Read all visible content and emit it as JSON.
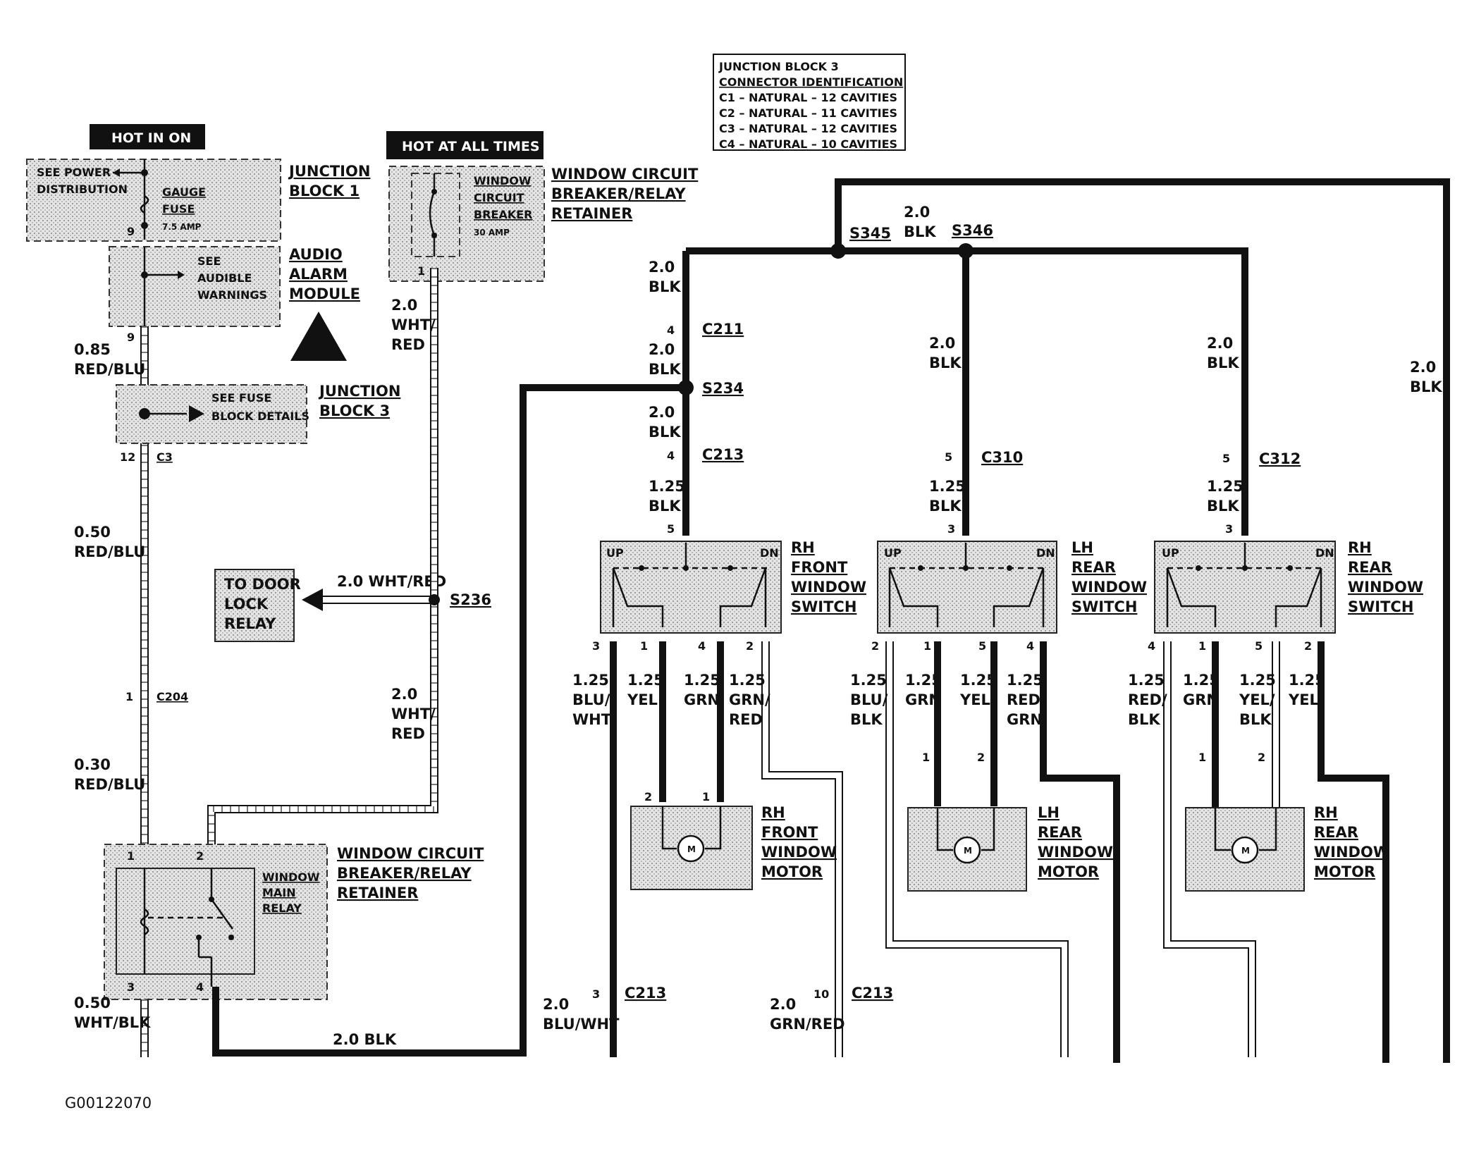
{
  "connector_id_box": {
    "title": "JUNCTION BLOCK 3",
    "subtitle": "CONNECTOR IDENTIFICATION",
    "rows": [
      "C1 – NATURAL – 12 CAVITIES",
      "C2 – NATURAL – 11 CAVITIES",
      "C3 – NATURAL – 12 CAVITIES",
      "C4 – NATURAL – 10 CAVITIES"
    ]
  },
  "headers": {
    "hot_in_on": "HOT IN ON",
    "hot_at_all_times": "HOT AT ALL TIMES"
  },
  "left": {
    "see_power": "SEE POWER",
    "distribution": "DISTRIBUTION",
    "gauge": "GAUGE",
    "fuse": "FUSE",
    "fuse_amp": "7.5 AMP",
    "pin9a": "9",
    "jb1_a": "JUNCTION",
    "jb1_b": "BLOCK 1",
    "see": "SEE",
    "audible": "AUDIBLE",
    "warnings": "WARNINGS",
    "audio": "AUDIO",
    "alarm": "ALARM",
    "module": "MODULE",
    "pin9b": "9",
    "w085": "0.85",
    "w085c": "RED/BLU",
    "see_fuse": "SEE FUSE",
    "block_details": "BLOCK DETAILS",
    "jb3_a": "JUNCTION",
    "jb3_b": "BLOCK 3",
    "pin12": "12",
    "c3": "C3",
    "w050": "0.50",
    "w050c": "RED/BLU",
    "to_door": "TO DOOR",
    "lock": "LOCK",
    "relay": "RELAY",
    "s236_wire": "2.0 WHT/RED",
    "s236": "S236",
    "pin1": "1",
    "c204": "C204",
    "w030": "0.30",
    "w030c": "RED/BLU",
    "relay_pin1": "1",
    "relay_pin2": "2",
    "relay_pin3": "3",
    "relay_pin4": "4",
    "relay_a": "WINDOW",
    "relay_b": "MAIN",
    "relay_c": "RELAY",
    "ret_a": "WINDOW CIRCUIT",
    "ret_b": "BREAKER/RELAY",
    "ret_c": "RETAINER",
    "w050b": "0.50",
    "w050bc": "WHT/BLK",
    "blk_bottom": "2.0 BLK"
  },
  "breaker": {
    "a": "WINDOW",
    "b": "CIRCUIT",
    "c": "BREAKER",
    "amp": "30 AMP",
    "pin": "1",
    "ret_a": "WINDOW CIRCUIT",
    "ret_b": "BREAKER/RELAY",
    "ret_c": "RETAINER",
    "w1": "2.0",
    "w1b": "WHT/",
    "w1c": "RED",
    "w2": "2.0",
    "w2b": "WHT/",
    "w2c": "RED"
  },
  "ground": {
    "s345": "S345",
    "s346": "S346",
    "top_w": "2.0",
    "top_c": "BLK",
    "a_w": "2.0",
    "a_c": "BLK",
    "c211_pin": "4",
    "c211": "C211",
    "b_w": "2.0",
    "b_c": "BLK",
    "s234": "S234",
    "c_w": "2.0",
    "c_c": "BLK",
    "c213_pin": "4",
    "c213": "C213",
    "d_w": "1.25",
    "d_c": "BLK",
    "rf_pin": "5",
    "lr_w": "2.0",
    "lr_c": "BLK",
    "c310_pin": "5",
    "c310": "C310",
    "lr2_w": "1.25",
    "lr2_c": "BLK",
    "lr_pin": "3",
    "rr_w": "2.0",
    "rr_c": "BLK",
    "c312_pin": "5",
    "c312": "C312",
    "rr2_w": "1.25",
    "rr2_c": "BLK",
    "rr_pin": "3",
    "far_w": "2.0",
    "far_c": "BLK"
  },
  "rf_switch": {
    "up": "UP",
    "dn": "DN",
    "name_a": "RH",
    "name_b": "FRONT",
    "name_c": "WINDOW",
    "name_d": "SWITCH",
    "p3": "3",
    "p1": "1",
    "p4": "4",
    "p2": "2",
    "w3": "1.25",
    "w3b": "BLU/",
    "w3c": "WHT",
    "w1": "1.25",
    "w1b": "YEL",
    "w4": "1.25",
    "w4b": "GRN",
    "w2": "1.25",
    "w2b": "GRN/",
    "w2c": "RED"
  },
  "rf_motor": {
    "p2": "2",
    "p1": "1",
    "name_a": "RH",
    "name_b": "FRONT",
    "name_c": "WINDOW",
    "name_d": "MOTOR",
    "m": "M"
  },
  "lr_switch": {
    "up": "UP",
    "dn": "DN",
    "name_a": "LH",
    "name_b": "REAR",
    "name_c": "WINDOW",
    "name_d": "SWITCH",
    "p2": "2",
    "p1": "1",
    "p5": "5",
    "p4": "4",
    "w2": "1.25",
    "w2b": "BLU/",
    "w2c": "BLK",
    "w1": "1.25",
    "w1b": "GRN",
    "w5": "1.25",
    "w5b": "YEL",
    "w4": "1.25",
    "w4b": "RED/",
    "w4c": "GRN"
  },
  "lr_motor": {
    "p1": "1",
    "p2": "2",
    "name_a": "LH",
    "name_b": "REAR",
    "name_c": "WINDOW",
    "name_d": "MOTOR",
    "m": "M"
  },
  "rr_switch": {
    "up": "UP",
    "dn": "DN",
    "name_a": "RH",
    "name_b": "REAR",
    "name_c": "WINDOW",
    "name_d": "SWITCH",
    "p4": "4",
    "p1": "1",
    "p5": "5",
    "p2": "2",
    "w4": "1.25",
    "w4b": "RED/",
    "w4c": "BLK",
    "w1": "1.25",
    "w1b": "GRN",
    "w5": "1.25",
    "w5b": "YEL/",
    "w5c": "BLK",
    "w2": "1.25",
    "w2b": "YEL"
  },
  "rr_motor": {
    "p1": "1",
    "p2": "2",
    "name_a": "RH",
    "name_b": "REAR",
    "name_c": "WINDOW",
    "name_d": "MOTOR",
    "m": "M"
  },
  "bottom": {
    "c213a_pin": "3",
    "c213a": "C213",
    "bw_w": "2.0",
    "bw_c": "BLU/WHT",
    "c213b_pin": "10",
    "c213b": "C213",
    "gr_w": "2.0",
    "gr_c": "GRN/RED"
  },
  "figure_id": "G00122070"
}
